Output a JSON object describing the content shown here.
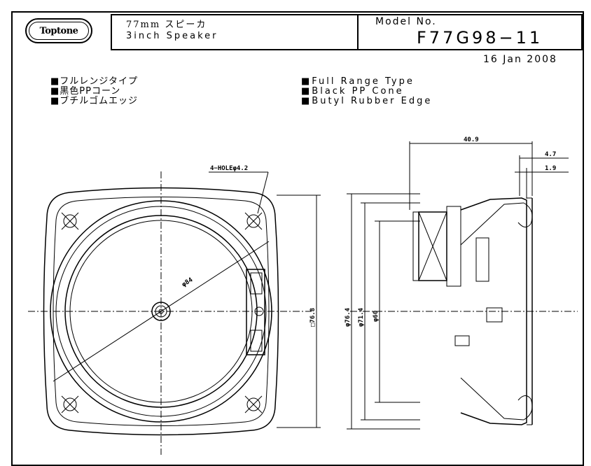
{
  "logo": {
    "text": "Toptone"
  },
  "title": {
    "jp": "77mm スピーカ",
    "en": "3inch Speaker",
    "model_label": "Model No.",
    "model_number": "F77G98−11"
  },
  "date": "16 Jan 2008",
  "features_jp": [
    "■フルレンジタイプ",
    "■黒色PPコーン",
    "■ブチルゴムエッジ"
  ],
  "features_en": [
    "■Full Range Type",
    "■Black PP Cone",
    "■Butyl Rubber Edge"
  ],
  "dimensions": {
    "hole": "4−HOLEφ4.2",
    "diag": "φ84",
    "square": "□76.8",
    "d1": "φ76.4",
    "d2": "φ71.4",
    "d3": "φ60",
    "depth": "40.9",
    "w1": "4.7",
    "w2": "1.9"
  }
}
